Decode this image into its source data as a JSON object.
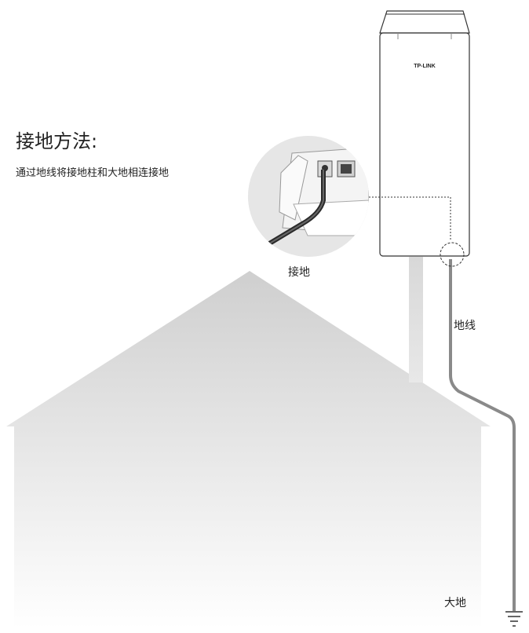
{
  "page": {
    "title": "接地方法:",
    "subtitle": "通过地线将接地柱和大地相连接地"
  },
  "device": {
    "brand": "TP-LINK"
  },
  "labels": {
    "ground_point": "接地",
    "ground_wire": "地线",
    "earth": "大地"
  },
  "colors": {
    "house_top": "#d0d0d0",
    "house_bottom": "#ffffff",
    "wire": "#8a8a8a",
    "outline": "#333333",
    "mast": "#dcdcdc"
  }
}
